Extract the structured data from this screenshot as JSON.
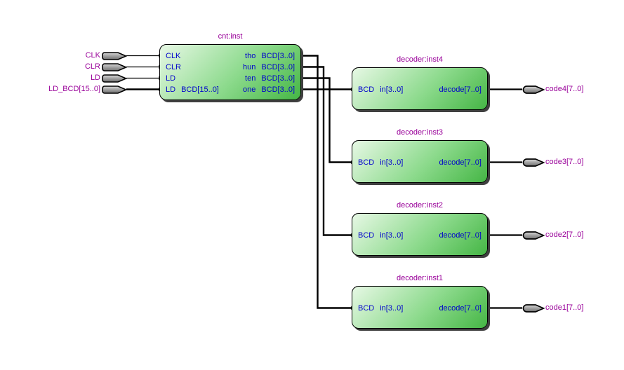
{
  "colors": {
    "canvas_bg": "#ffffff",
    "block_light": "#e7f8e5",
    "block_mid": "#8cda8c",
    "block_dark": "#45b645",
    "block_border": "#000000",
    "shadow": "#3f3f3f",
    "title_color": "#990099",
    "port_color": "#0000cc",
    "pin_label_color": "#990099",
    "wire_color": "#000000"
  },
  "icons": {
    "input_pin": "gray flag arrow pointing right (input pin symbol)",
    "output_pin": "gray rounded tag arrow pointing right (output pin symbol)"
  },
  "counter": {
    "title": "cnt:inst",
    "ports_left": [
      {
        "name": "CLK",
        "bus": ""
      },
      {
        "name": "CLR",
        "bus": ""
      },
      {
        "name": "LD",
        "bus": ""
      },
      {
        "name": "LD",
        "bus": "BCD[15..0]"
      }
    ],
    "ports_right": [
      {
        "name": "tho",
        "bus": "BCD[3..0]"
      },
      {
        "name": "hun",
        "bus": "BCD[3..0]"
      },
      {
        "name": "ten",
        "bus": "BCD[3..0]"
      },
      {
        "name": "one",
        "bus": "BCD[3..0]"
      }
    ]
  },
  "input_pins": [
    {
      "label": "CLK"
    },
    {
      "label": "CLR"
    },
    {
      "label": "LD"
    },
    {
      "label": "LD_BCD[15..0]"
    }
  ],
  "decoders": [
    {
      "title": "decoder:inst4",
      "port_in_name": "BCD",
      "port_in_bus": "in[3..0]",
      "port_out": "decode[7..0]",
      "output_pin_label": "code4[7..0]"
    },
    {
      "title": "decoder:inst3",
      "port_in_name": "BCD",
      "port_in_bus": "in[3..0]",
      "port_out": "decode[7..0]",
      "output_pin_label": "code3[7..0]"
    },
    {
      "title": "decoder:inst2",
      "port_in_name": "BCD",
      "port_in_bus": "in[3..0]",
      "port_out": "decode[7..0]",
      "output_pin_label": "code2[7..0]"
    },
    {
      "title": "decoder:inst1",
      "port_in_name": "BCD",
      "port_in_bus": "in[3..0]",
      "port_out": "decode[7..0]",
      "output_pin_label": "code1[7..0]"
    }
  ]
}
